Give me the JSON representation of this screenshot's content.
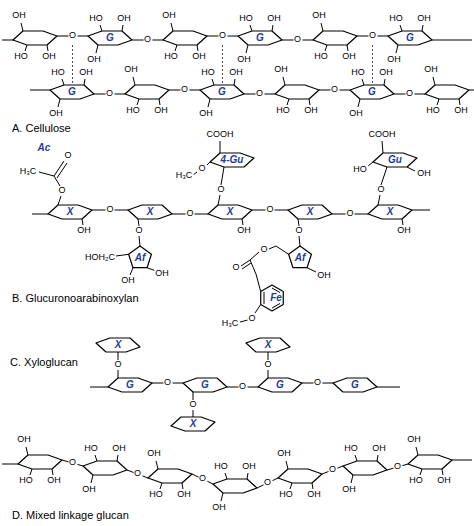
{
  "diagram": {
    "labels": [
      "OH",
      "HO",
      "OH",
      "OH",
      "HO",
      "OH",
      "OH",
      "HO",
      "OH",
      "OH",
      "HO",
      "OH",
      "OH",
      "HO",
      "OH",
      "OH",
      "HO",
      "OH",
      "OH",
      "HO",
      "OH",
      "OH",
      "HO",
      "OH",
      "OH",
      "HO",
      "OH",
      "OH",
      "HO",
      "OH",
      "OH",
      "HO",
      "OH",
      "OH",
      "HO",
      "OH",
      "G",
      "G",
      "G",
      "G",
      "G",
      "G",
      "O",
      "O",
      "O",
      "O",
      "O",
      "O",
      "O",
      "O",
      "O",
      "O",
      "A. Cellulose",
      "Ac",
      "H₃C",
      "O",
      "O",
      "X",
      "X",
      "X",
      "X",
      "X",
      "O",
      "O",
      "O",
      "O",
      "OH",
      "OH",
      "OH",
      "HOH₂C",
      "Af",
      "OH",
      "OH",
      "O",
      "COOH",
      "4-Gu",
      "H₃C",
      "O",
      "O",
      "COOH",
      "Gu",
      "HO",
      "OH",
      "O",
      "Af",
      "OH",
      "O",
      "O",
      "O",
      "Fe",
      "O",
      "H₃C",
      "B. Glucuronoarabinoxylan",
      "X",
      "X",
      "X",
      "G",
      "G",
      "G",
      "G",
      "O",
      "O",
      "O",
      "O",
      "O",
      "O",
      "C. Xyloglucan",
      "OH",
      "HO",
      "OH",
      "OH",
      "HO",
      "OH",
      "OH",
      "HO",
      "OH",
      "OH",
      "HO",
      "OH",
      "OH",
      "HO",
      "OH",
      "OH",
      "HO",
      "OH",
      "OH",
      "HO",
      "OH",
      "O",
      "O",
      "O",
      "O",
      "O",
      "O",
      "D. Mixed linkage glucan"
    ]
  }
}
